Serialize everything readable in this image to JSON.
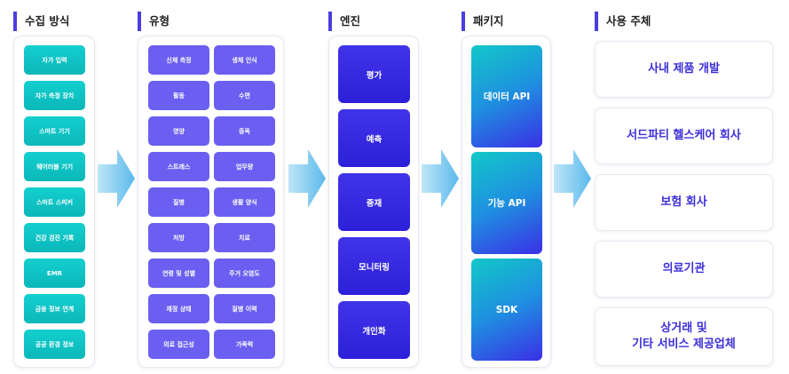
{
  "columns": {
    "collection": {
      "title": "수집 방식",
      "items": [
        "자가 입력",
        "자가 측정 장치",
        "스마트 기기",
        "웨어러블 기기",
        "스마트 스피커",
        "건강 검진 기록",
        "EMR",
        "금융 정보 연계",
        "공공 환경 정보"
      ]
    },
    "types": {
      "title": "유형",
      "items": [
        "신체 측정",
        "생체 인식",
        "활동",
        "수면",
        "영양",
        "중독",
        "스트레스",
        "업무량",
        "질병",
        "생활 양식",
        "처방",
        "치료",
        "연령 및 성별",
        "주거 오염도",
        "재정 상태",
        "질병 이력",
        "의료 접근성",
        "가족력"
      ]
    },
    "engine": {
      "title": "엔진",
      "items": [
        "평가",
        "예측",
        "중재",
        "모니터링",
        "개인화"
      ]
    },
    "package": {
      "title": "패키지",
      "items": [
        "데이터 API",
        "기능 API",
        "SDK"
      ]
    },
    "users": {
      "title": "사용 주체",
      "items": [
        "사내 제품 개발",
        "서드파티 헬스케어 회사",
        "보험 회사",
        "의료기관",
        "상거래 및\n기타 서비스 제공업체"
      ]
    }
  },
  "colors": {
    "accent": "#4b3ee0",
    "teal": "#0bb7b9",
    "purple": "#6a5ff0",
    "engine": "#2c20d8",
    "arrow": "#6fc6ee"
  },
  "icons": [
    "flow-arrow-icon"
  ]
}
